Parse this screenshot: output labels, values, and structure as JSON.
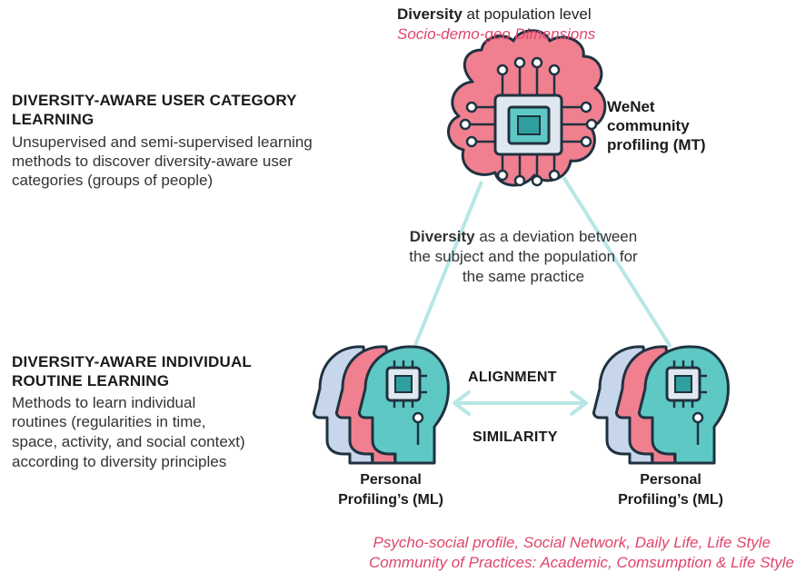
{
  "top": {
    "bold": "Diversity",
    "rest": " at population level",
    "subtitle": "Socio-demo-geo Dimensions"
  },
  "category": {
    "heading_line1": "DIVERSITY-AWARE USER CATEGORY",
    "heading_line2": "LEARNING",
    "body_line1": "Unsupervised and semi-supervised learning",
    "body_line2": "methods to discover diversity-aware user",
    "body_line3": "categories (groups of people)"
  },
  "community": {
    "line1": "WeNet",
    "line2": "community",
    "line3": "profiling (MT)"
  },
  "deviation": {
    "bold": "Diversity",
    "line1_rest": " as a deviation between",
    "line2": "the subject and the population for",
    "line3": "the same practice"
  },
  "routine": {
    "heading_line1": "DIVERSITY-AWARE INDIVIDUAL",
    "heading_line2": "ROUTINE LEARNING",
    "body_line1": "Methods to learn individual",
    "body_line2": "routines (regularities in time,",
    "body_line3": "space, activity, and social context)",
    "body_line4": "according to diversity principles"
  },
  "relation": {
    "top_label": "ALIGNMENT",
    "bottom_label": "SIMILARITY"
  },
  "personal_left": {
    "line1": "Personal",
    "line2": "Profiling’s (ML)"
  },
  "personal_right": {
    "line1": "Personal",
    "line2": "Profiling’s (ML)"
  },
  "footer": {
    "line1": "Psycho-social profile, Social Network, Daily Life, Life Style",
    "line2": "Community of Practices: Academic, Comsumption & Life Style"
  },
  "icons": {
    "top": "brain-chip-icon",
    "left": "head-profiles-chip-icon",
    "right": "head-profiles-chip-icon",
    "arrow": "double-arrow-icon"
  },
  "colors": {
    "accent": "#e0456b",
    "teal": "#5ec9c4",
    "pink": "#f07f8f",
    "outline": "#1f3240",
    "link": "#b7e7e4"
  }
}
